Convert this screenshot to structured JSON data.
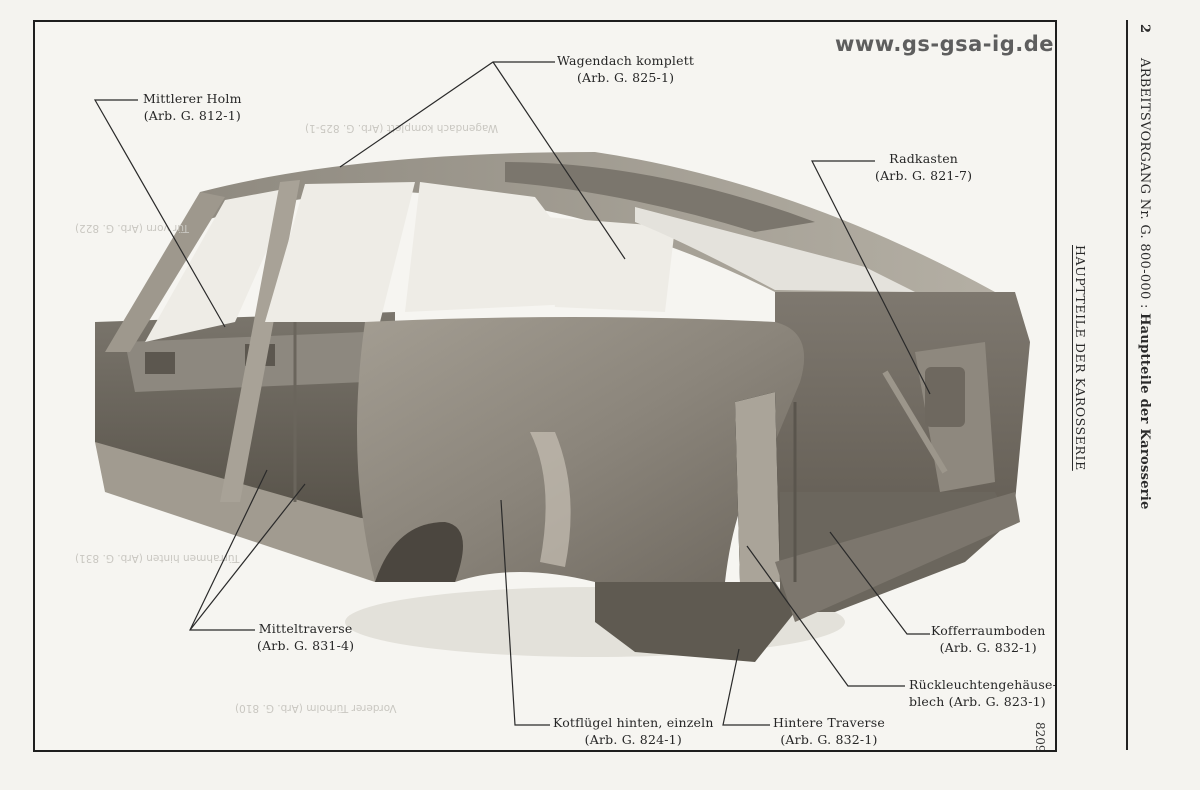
{
  "watermark": "www.gs-gsa-ig.de",
  "page_number": "2",
  "figure_number": "8209",
  "header": {
    "operation_label": "ARBEITSVORGANG Nr. G. 800-000 :",
    "operation_title": "Hauptteile der Karosserie",
    "section_title": "HAUPTTEILE DER KAROSSERIE"
  },
  "callouts": [
    {
      "label": "Mittlerer Holm",
      "ref": "(Arb. G. 812-1)"
    },
    {
      "label": "Wagendach komplett",
      "ref": "(Arb. G. 825-1)"
    },
    {
      "label": "Radkasten",
      "ref": "(Arb. G. 821-7)"
    },
    {
      "label": "Mitteltraverse",
      "ref": "(Arb. G. 831-4)"
    },
    {
      "label": "Kofferraumboden",
      "ref": "(Arb. G. 832-1)"
    },
    {
      "label": "Rückleuchtengehäuse-",
      "ref": "blech (Arb. G. 823-1)"
    },
    {
      "label": "Hintere Traverse",
      "ref": "(Arb. G. 832-1)"
    },
    {
      "label": "Kotflügel hinten, einzeln",
      "ref": "(Arb. G. 824-1)"
    }
  ],
  "colors": {
    "paper": "#f4f3ef",
    "ink": "#222222",
    "metal_dark": "#6f6a62",
    "metal_mid": "#9a948a",
    "metal_light": "#c8c3b8"
  }
}
